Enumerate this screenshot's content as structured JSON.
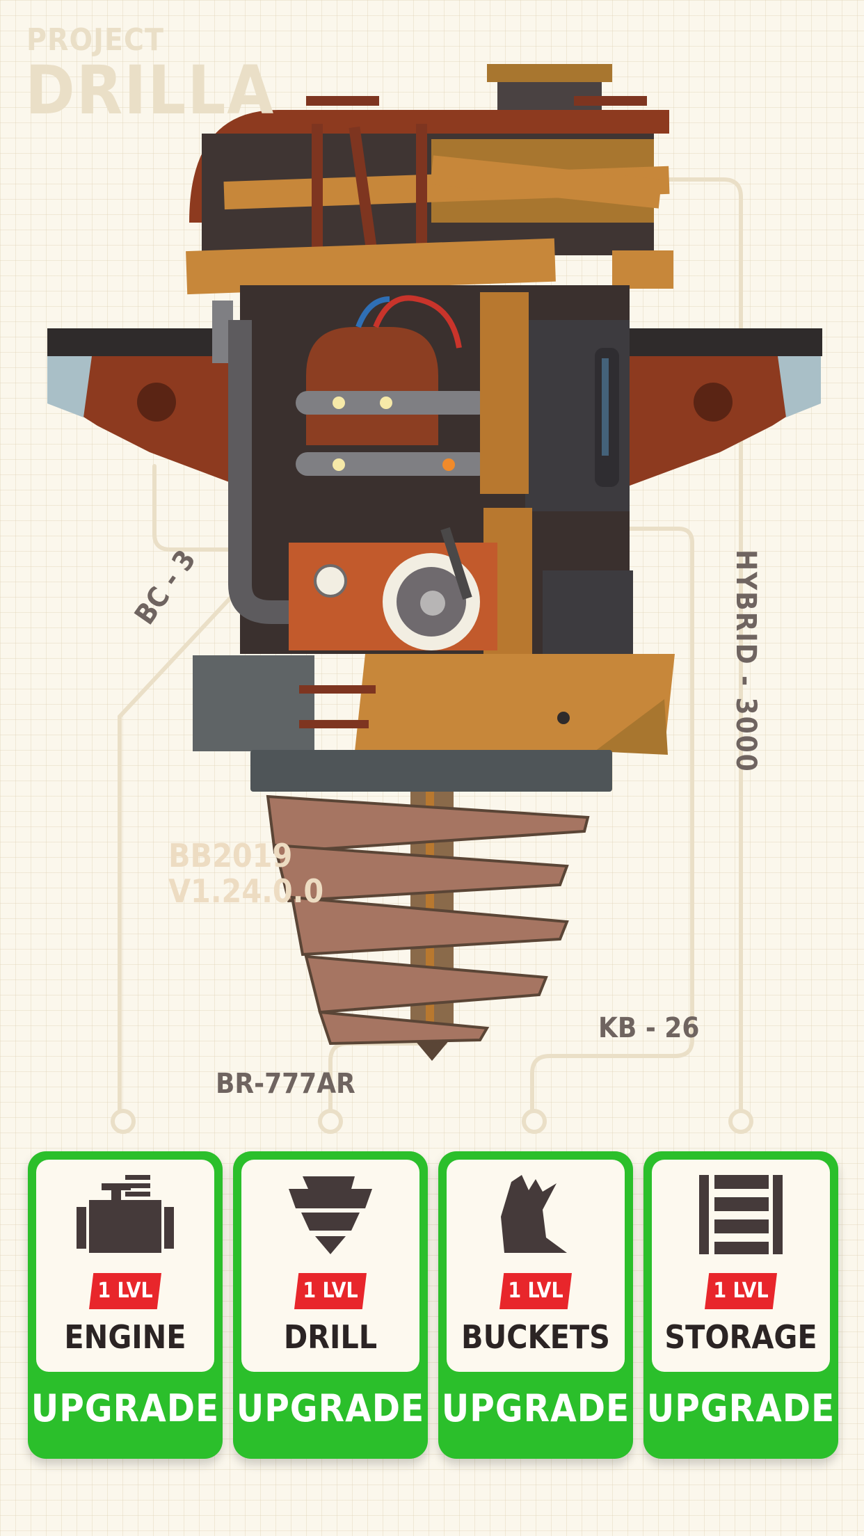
{
  "header": {
    "small": "PROJECT",
    "big": "DRILLA"
  },
  "labels": {
    "bc": "BC - 3",
    "hybrid": "HYBRID - 3000",
    "kb": "KB - 26",
    "br": "BR-777AR"
  },
  "version": {
    "line1": "BB2019",
    "line2": "V1.24.0.0"
  },
  "cards": [
    {
      "name": "ENGINE",
      "level": "1 LVL",
      "button": "UPGRADE",
      "icon": "engine-icon"
    },
    {
      "name": "DRILL",
      "level": "1 LVL",
      "button": "UPGRADE",
      "icon": "drill-icon"
    },
    {
      "name": "BUCKETS",
      "level": "1 LVL",
      "button": "UPGRADE",
      "icon": "bucket-icon"
    },
    {
      "name": "STORAGE",
      "level": "1 LVL",
      "button": "UPGRADE",
      "icon": "storage-icon"
    }
  ],
  "colors": {
    "accent": "#2bbf2b",
    "level_badge": "#e8262b",
    "background": "#fbf7ec"
  }
}
